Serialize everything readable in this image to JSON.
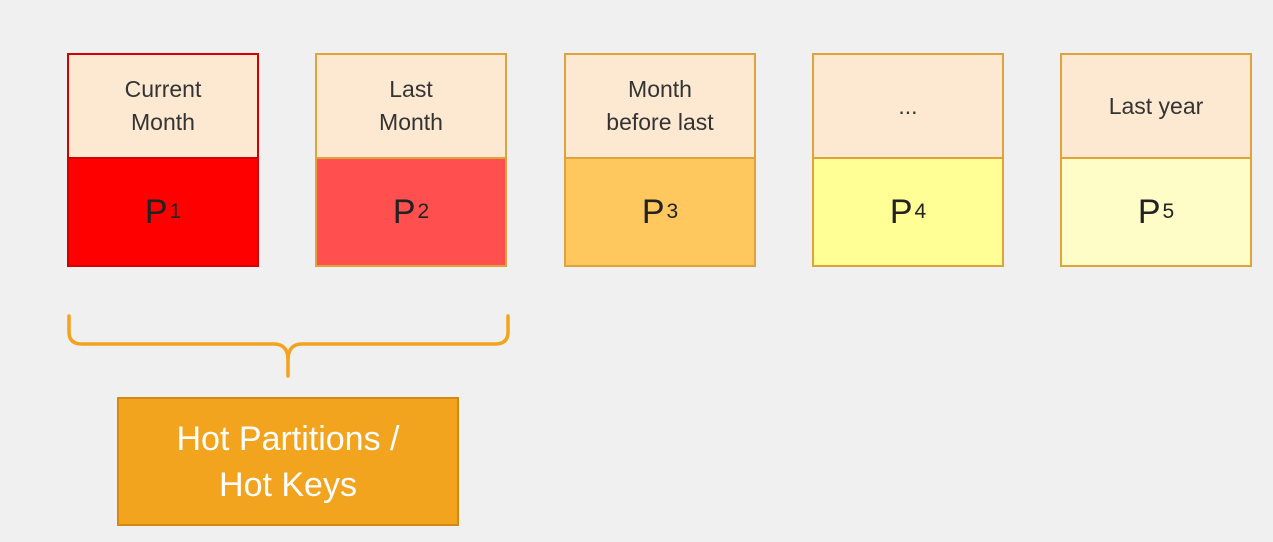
{
  "partitions": [
    {
      "header": "Current\nMonth",
      "letter": "P",
      "index": "1",
      "fill": "#ff0000",
      "border": "#d40000"
    },
    {
      "header": "Last\nMonth",
      "letter": "P",
      "index": "2",
      "fill": "#ff4f4f",
      "border": "#e0a33c"
    },
    {
      "header": "Month\nbefore last",
      "letter": "P",
      "index": "3",
      "fill": "#fec85f",
      "border": "#e0a33c"
    },
    {
      "header": "...",
      "letter": "P",
      "index": "4",
      "fill": "#ffff95",
      "border": "#e0a33c"
    },
    {
      "header": "Last year",
      "letter": "P",
      "index": "5",
      "fill": "#fffdc7",
      "border": "#e0a33c"
    }
  ],
  "hot_label": "Hot Partitions /\nHot Keys",
  "colors": {
    "header_fill": "#fde9d2",
    "brace": "#f3a41f",
    "hot_box": "#f3a41f",
    "background": "#f1f0f0"
  }
}
